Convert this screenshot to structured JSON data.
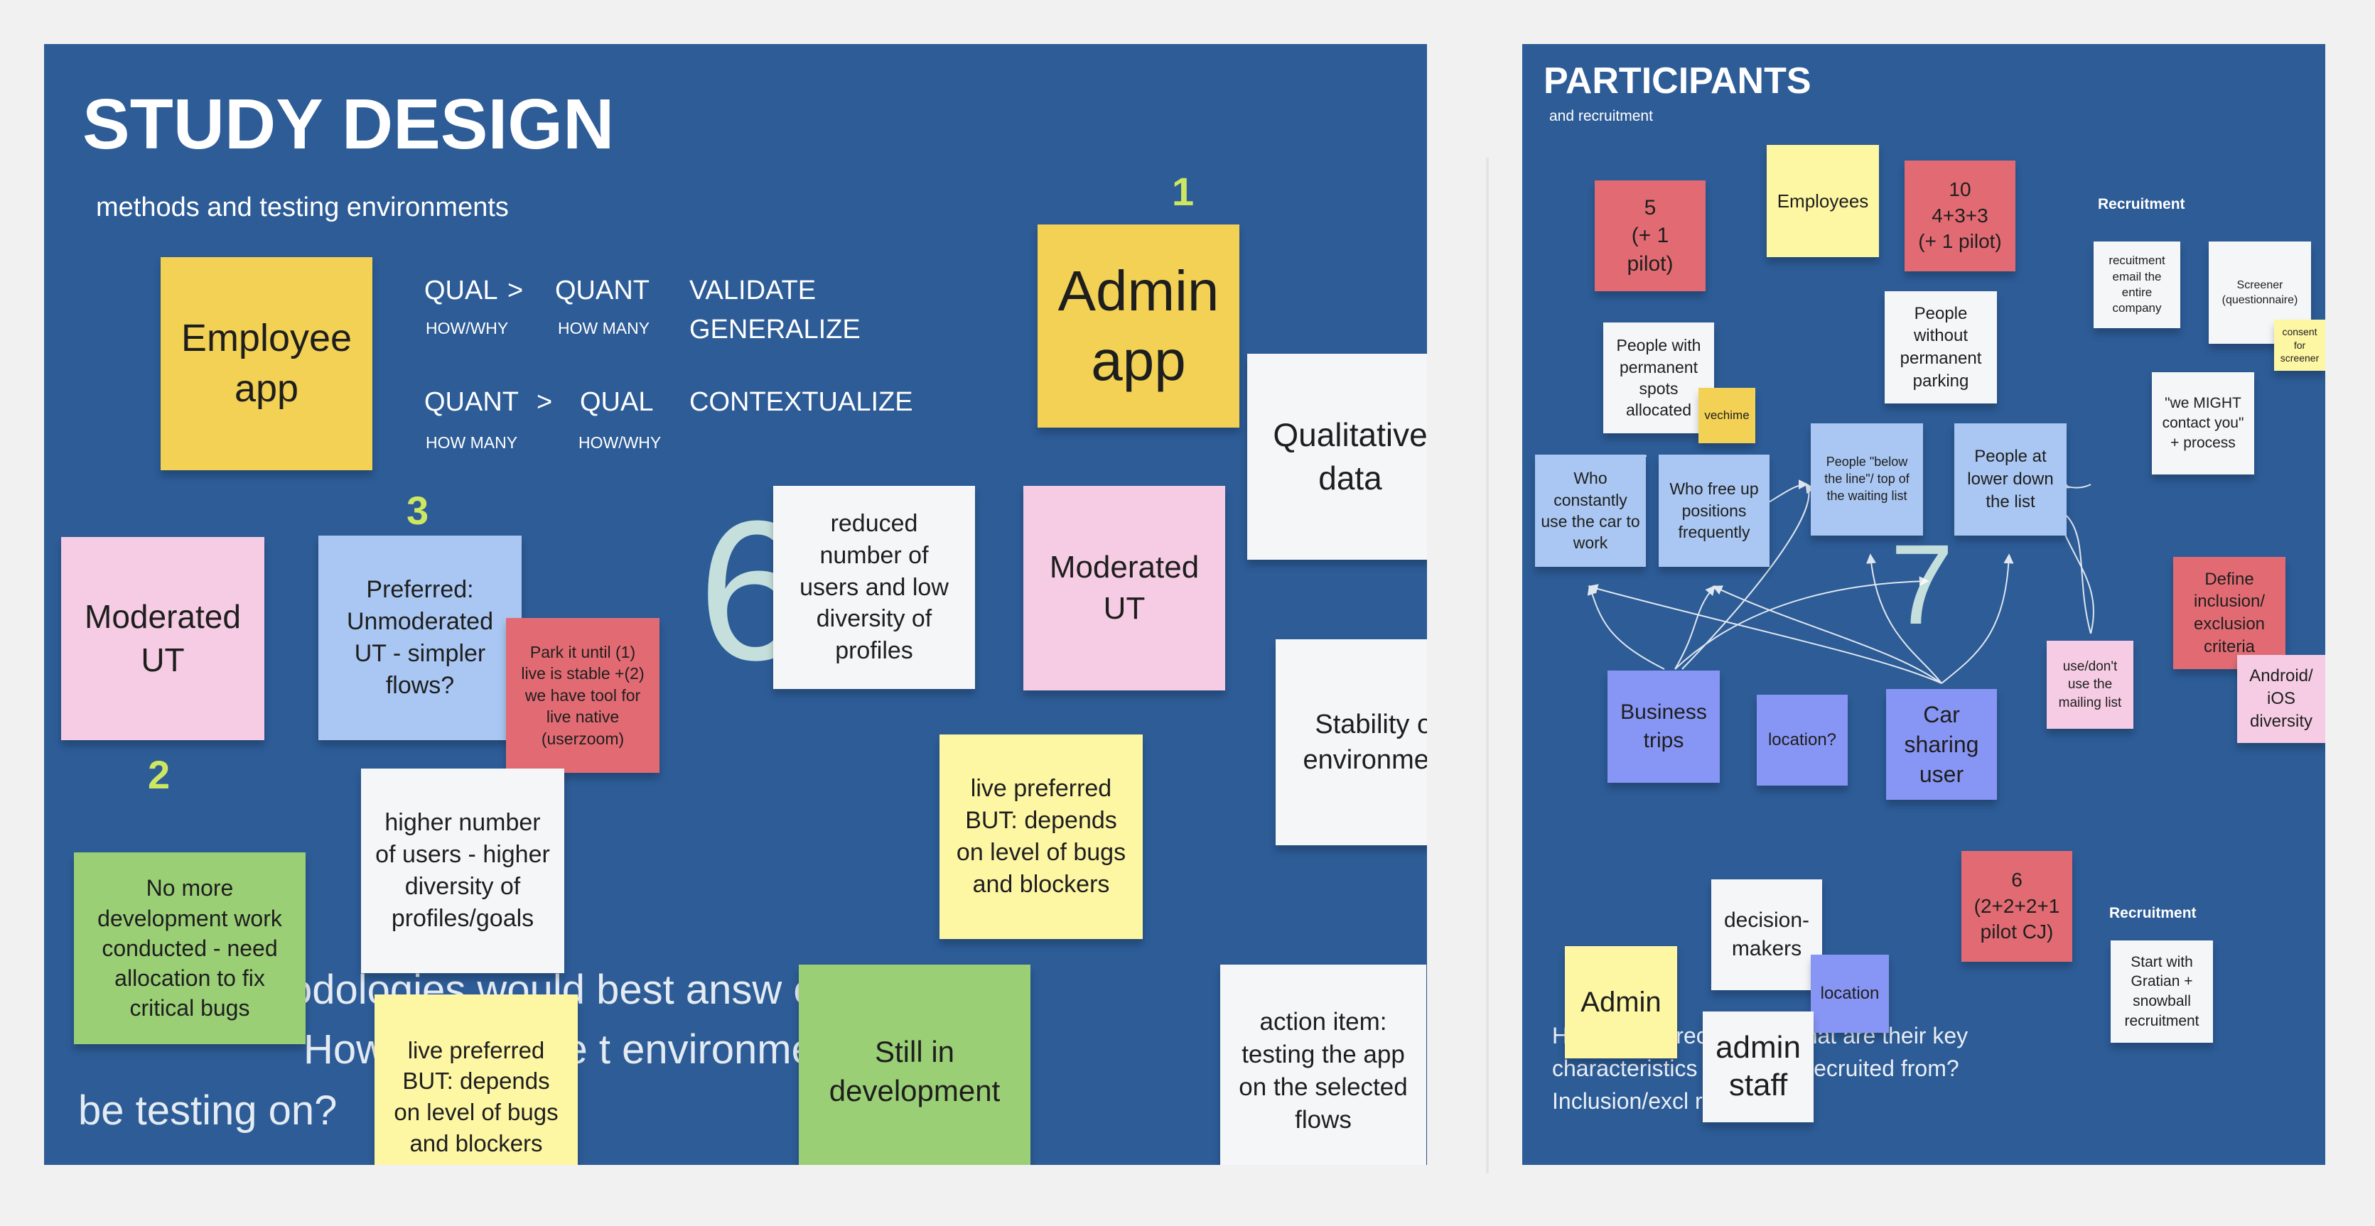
{
  "study_design": {
    "title": "STUDY DESIGN",
    "subtitle": "methods and testing environments",
    "matrix": {
      "qual1": "QUAL",
      "gt1": ">",
      "quant1": "QUANT",
      "validate": "VALIDATE",
      "howwhy1": "HOW/WHY",
      "howmany1": "HOW MANY",
      "generalize": "GENERALIZE",
      "quant2": "QUANT",
      "gt2": ">",
      "qual2": "QUAL",
      "contextualize": "CONTEXTUALIZE",
      "howmany2": "HOW MANY",
      "howwhy2": "HOW/WHY"
    },
    "background_question": {
      "line1": "odologies would best answ          earch ques",
      "line2": "How         e combine t          environme",
      "line3": "be testing on?"
    },
    "big_number": "6",
    "numbers": {
      "one": "1",
      "two": "2",
      "three": "3"
    },
    "notes": {
      "employee_app": "Employee app",
      "admin_app": "Admin app",
      "qualitative_data": "Qualitative data",
      "moderated_ut_left": "Moderated UT",
      "preferred_unmoderated": "Preferred: Unmoderated UT - simpler flows?",
      "park_it": "Park it until (1) live is stable +(2) we have tool for live native (userzoom)",
      "reduced_number": "reduced number of users and low diversity of profiles",
      "moderated_ut_right": "Moderated UT",
      "stability": "Stability of environment",
      "live_preferred_right": "live preferred BUT: depends on level of bugs and blockers",
      "higher_number": "higher number of users - higher diversity of profiles/goals",
      "no_more_development": "No more development work conducted - need allocation to fix critical bugs",
      "live_preferred_left": "live preferred BUT: depends on level of bugs and blockers",
      "still_in_development": "Still in development",
      "action_item": "action item: testing the app on the selected flows"
    }
  },
  "participants": {
    "title": "PARTICIPANTS",
    "subtitle": "and recruitment",
    "big_number": "7",
    "labels": {
      "recruitment_top": "Recruitment",
      "recruitment_bottom": "Recruitment"
    },
    "background_question": {
      "line1": "H        pa        will be recruited? What are their key",
      "line2": "characteristics       ill they be recruited from?",
      "line3": "Inclusion/excl          ria?"
    },
    "notes": {
      "five_pilot": "5\n(+ 1\npilot)",
      "employees": "Employees",
      "ten_pilot": "10\n4+3+3\n(+ 1 pilot)",
      "people_with_spots": "People with permanent spots allocated",
      "vechime": "vechime",
      "people_without_parking": "People without permanent parking",
      "recruitment_email": "recuitment email the entire company",
      "screener": "Screener (questionnaire)",
      "consent": "consent for screener",
      "might_contact": "\"we MIGHT contact you\" + process",
      "constantly_car": "Who constantly use the car to work",
      "free_up": "Who free up positions frequently",
      "below_line": "People \"below the line\"/ top of the waiting list",
      "lower_down": "People at lower down the list",
      "define_inclusion": "Define inclusion/ exclusion criteria",
      "android_ios": "Android/ iOS diversity",
      "use_dont_use": "use/don't use the mailing list",
      "business_trips": "Business trips",
      "location_q": "location?",
      "car_sharing": "Car sharing user",
      "six_pilot": "6\n(2+2+2+1\npilot CJ)",
      "decision_makers": "decision-makers",
      "location": "location",
      "admin": "Admin",
      "admin_staff": "admin staff",
      "start_with_gratian": "Start with Gratian + snowball recruitment"
    }
  },
  "colors": {
    "frame_bg": "#2d5c97",
    "canvas_bg": "#f1f1f1",
    "sticky_yellow": "#f2d154",
    "sticky_light_yellow": "#fdf6a3",
    "sticky_pink": "#f5cce3",
    "sticky_light_blue": "#a9c7f2",
    "sticky_blue": "#8796f4",
    "sticky_red": "#e26b73",
    "sticky_green": "#9acf76",
    "sticky_white": "#f5f6f8",
    "accent_number": "#cde761"
  }
}
